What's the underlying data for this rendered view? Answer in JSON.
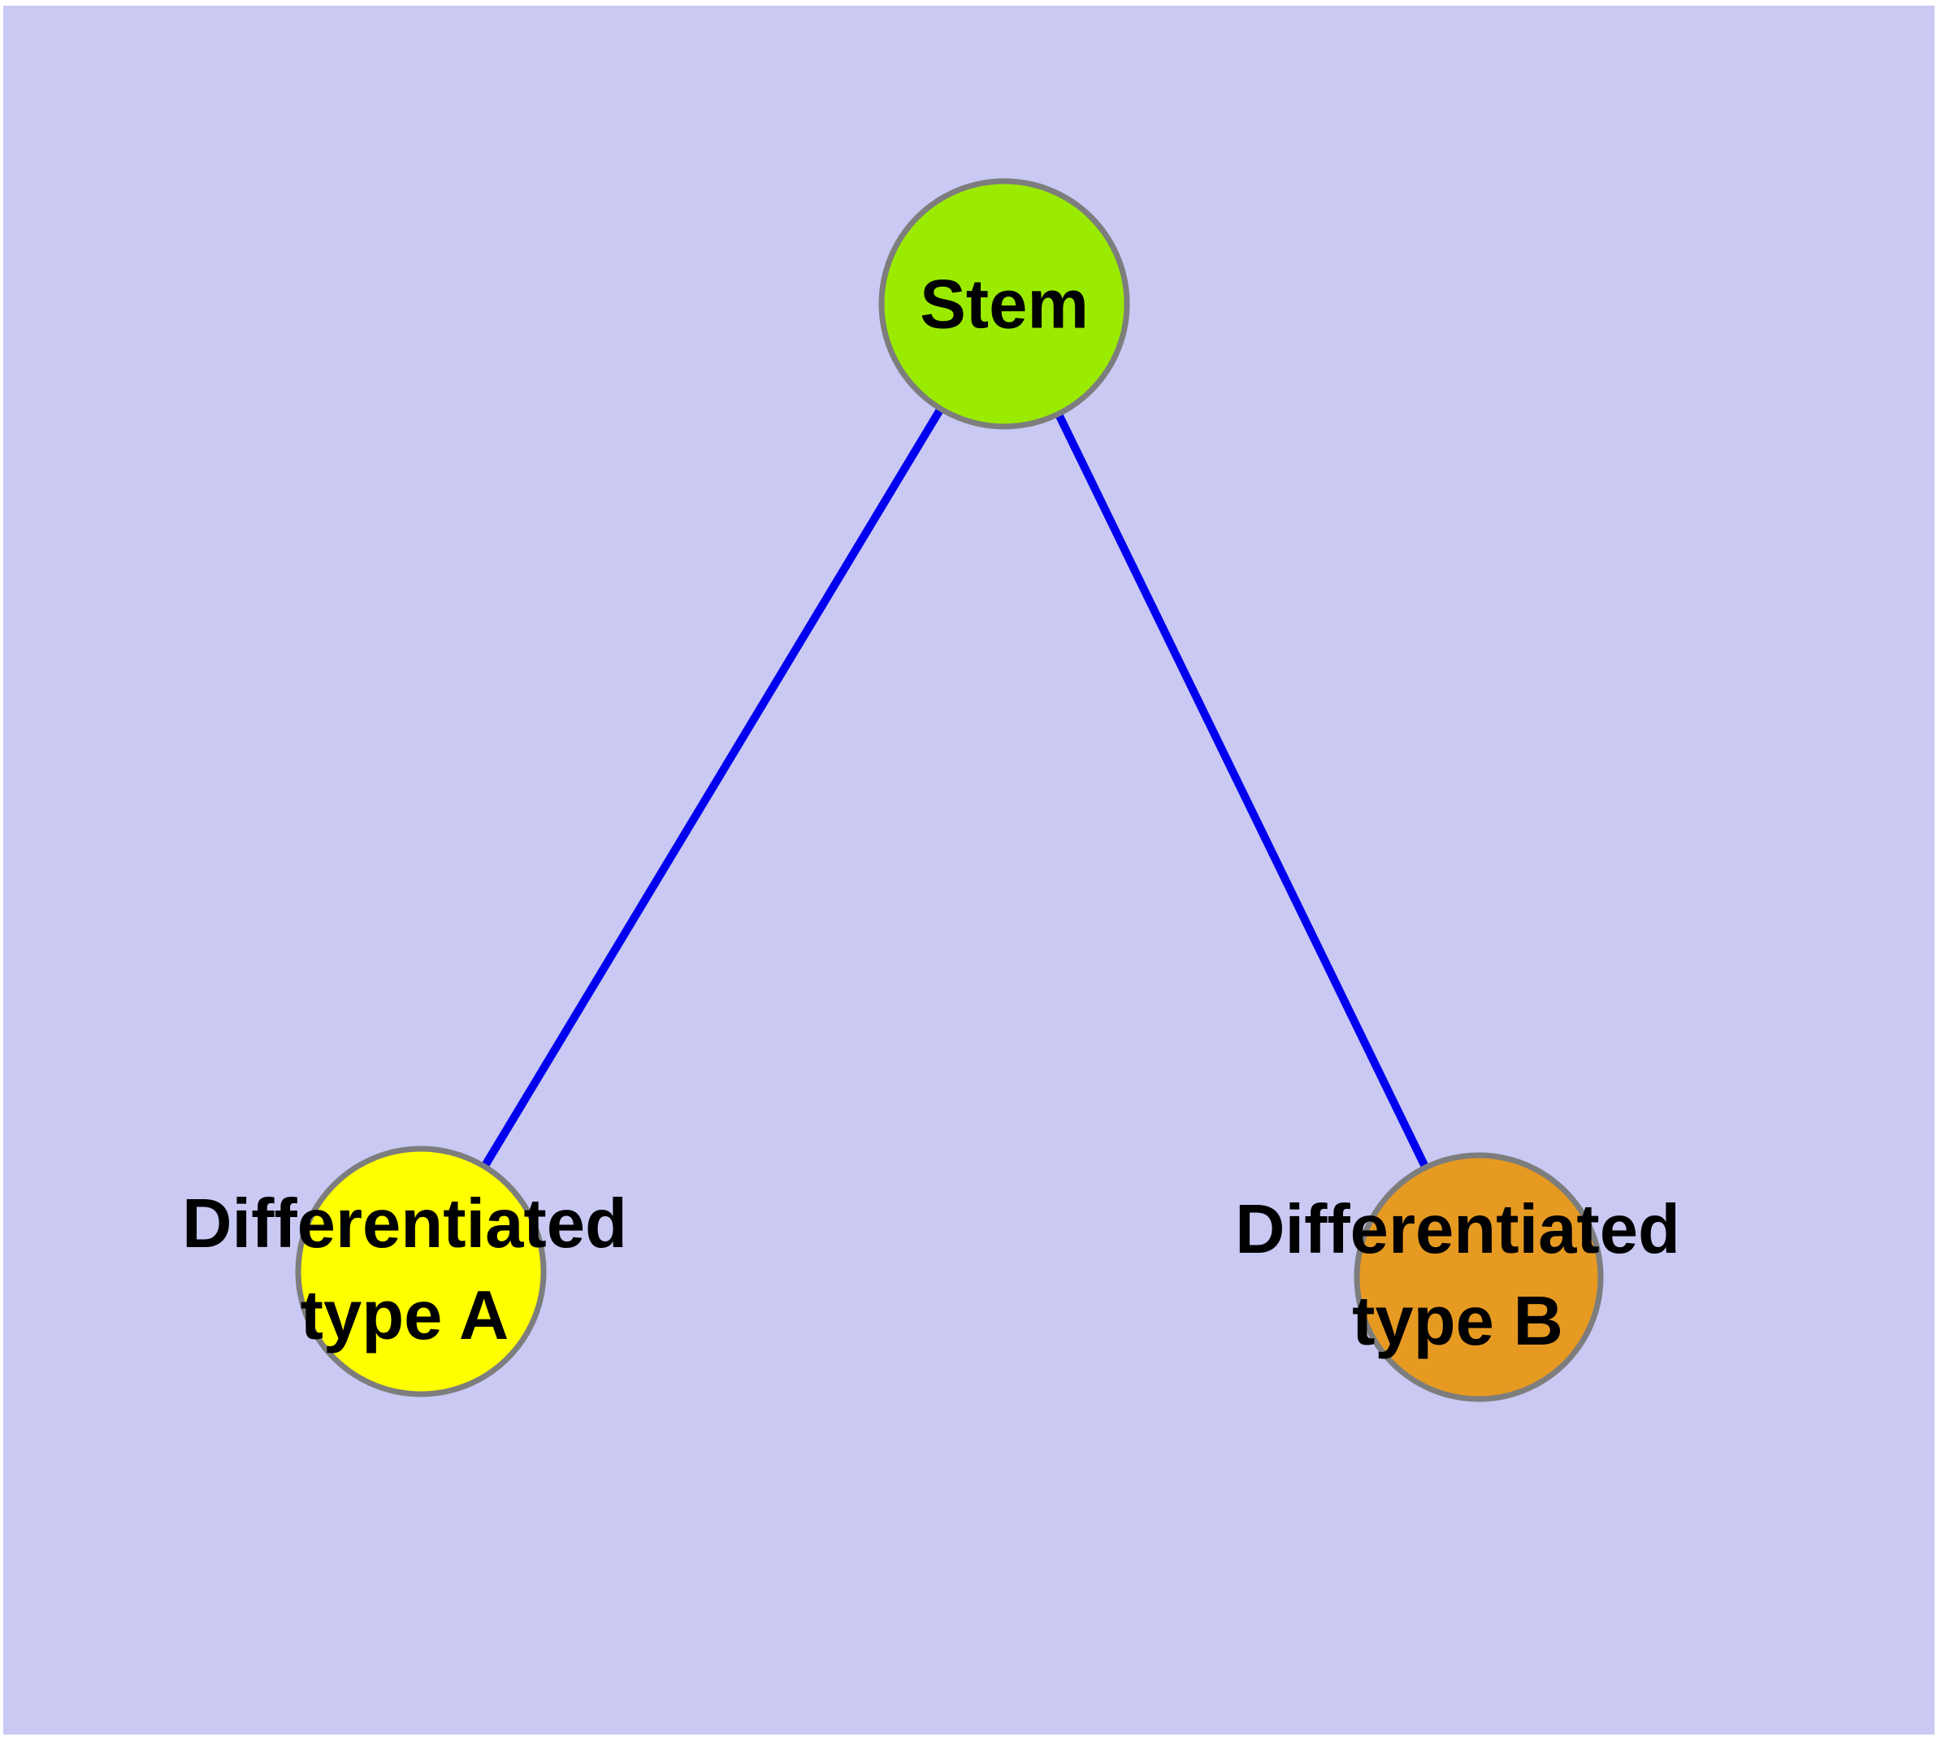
{
  "diagram": {
    "type": "graph",
    "title": "Stem cell differentiation diagram",
    "nodes": [
      {
        "id": "stem",
        "label": "Stem",
        "fill": "#9AEB00",
        "shape": "circle"
      },
      {
        "id": "type_a",
        "label": "Differentiated\ntype A",
        "fill": "#FFFF00",
        "shape": "circle"
      },
      {
        "id": "type_b",
        "label": "Differentiated\ntype B",
        "fill": "#E69A21",
        "shape": "circle"
      }
    ],
    "edges": [
      {
        "from": "stem",
        "to": "type_a"
      },
      {
        "from": "stem",
        "to": "type_b"
      }
    ]
  },
  "colors": {
    "background": "#C9C9F4",
    "page-margin": "#FFFFFF",
    "edge": "#0000EE",
    "node-border": "#7D7D7D",
    "label": "#000000"
  }
}
